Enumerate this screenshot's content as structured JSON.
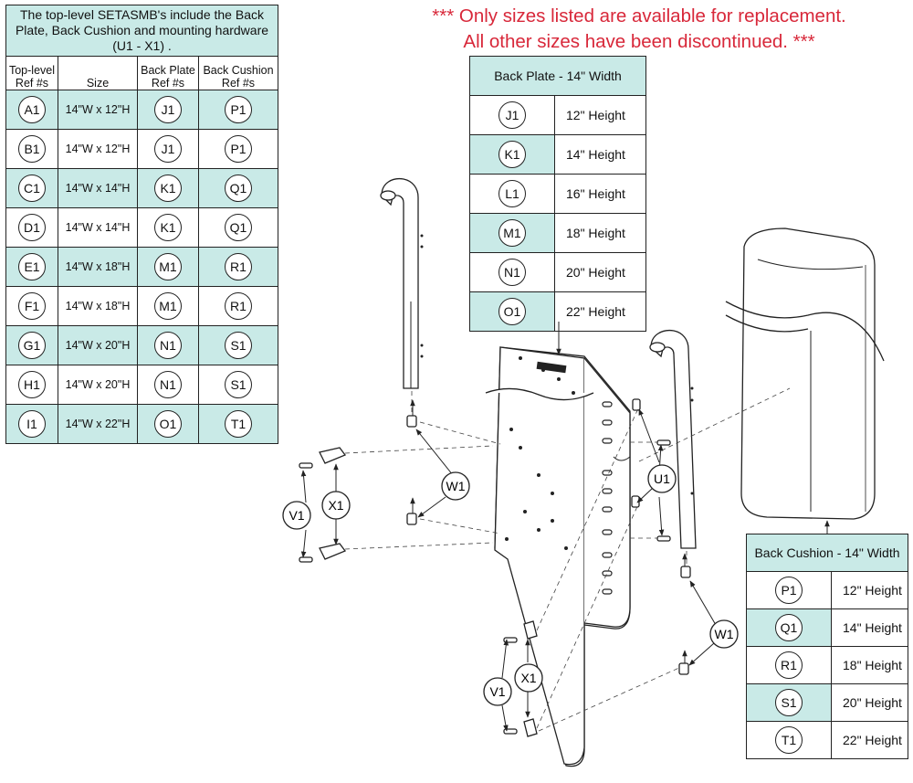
{
  "notice": {
    "line1": "*** Only sizes listed are available for replacement.",
    "line2": "All other sizes have been discontinued. ***",
    "color": "#d8283a"
  },
  "top_table": {
    "title": "The top-level SETASMB's include the Back Plate, Back Cushion and mounting hardware (U1 - X1) .",
    "headers": [
      "Top-level Ref #s",
      "Size",
      "Back Plate Ref #s",
      "Back Cushion Ref #s"
    ],
    "rows": [
      {
        "ref": "A1",
        "size": "14\"W x 12\"H",
        "plate": "J1",
        "cushion": "P1"
      },
      {
        "ref": "B1",
        "size": "14\"W x 12\"H",
        "plate": "J1",
        "cushion": "P1"
      },
      {
        "ref": "C1",
        "size": "14\"W x 14\"H",
        "plate": "K1",
        "cushion": "Q1"
      },
      {
        "ref": "D1",
        "size": "14\"W x 14\"H",
        "plate": "K1",
        "cushion": "Q1"
      },
      {
        "ref": "E1",
        "size": "14\"W x 18\"H",
        "plate": "M1",
        "cushion": "R1"
      },
      {
        "ref": "F1",
        "size": "14\"W x 18\"H",
        "plate": "M1",
        "cushion": "R1"
      },
      {
        "ref": "G1",
        "size": "14\"W x 20\"H",
        "plate": "N1",
        "cushion": "S1"
      },
      {
        "ref": "H1",
        "size": "14\"W x 20\"H",
        "plate": "N1",
        "cushion": "S1"
      },
      {
        "ref": "I1",
        "size": "14\"W x 22\"H",
        "plate": "O1",
        "cushion": "T1"
      }
    ]
  },
  "back_plate_table": {
    "title": "Back Plate - 14\" Width",
    "rows": [
      {
        "ref": "J1",
        "height": "12\" Height"
      },
      {
        "ref": "K1",
        "height": "14\" Height"
      },
      {
        "ref": "L1",
        "height": "16\" Height"
      },
      {
        "ref": "M1",
        "height": "18\" Height"
      },
      {
        "ref": "N1",
        "height": "20\" Height"
      },
      {
        "ref": "O1",
        "height": "22\" Height"
      }
    ]
  },
  "back_cushion_table": {
    "title": "Back Cushion - 14\" Width",
    "rows": [
      {
        "ref": "P1",
        "height": "12\" Height"
      },
      {
        "ref": "Q1",
        "height": "14\" Height"
      },
      {
        "ref": "R1",
        "height": "18\" Height"
      },
      {
        "ref": "S1",
        "height": "20\" Height"
      },
      {
        "ref": "T1",
        "height": "22\" Height"
      }
    ]
  },
  "callouts": {
    "u1": "U1",
    "v1_left": "V1",
    "x1_left": "X1",
    "w1_left": "W1",
    "v1_bottom": "V1",
    "x1_bottom": "X1",
    "w1_right": "W1"
  },
  "colors": {
    "highlight": "#c9eae7"
  }
}
